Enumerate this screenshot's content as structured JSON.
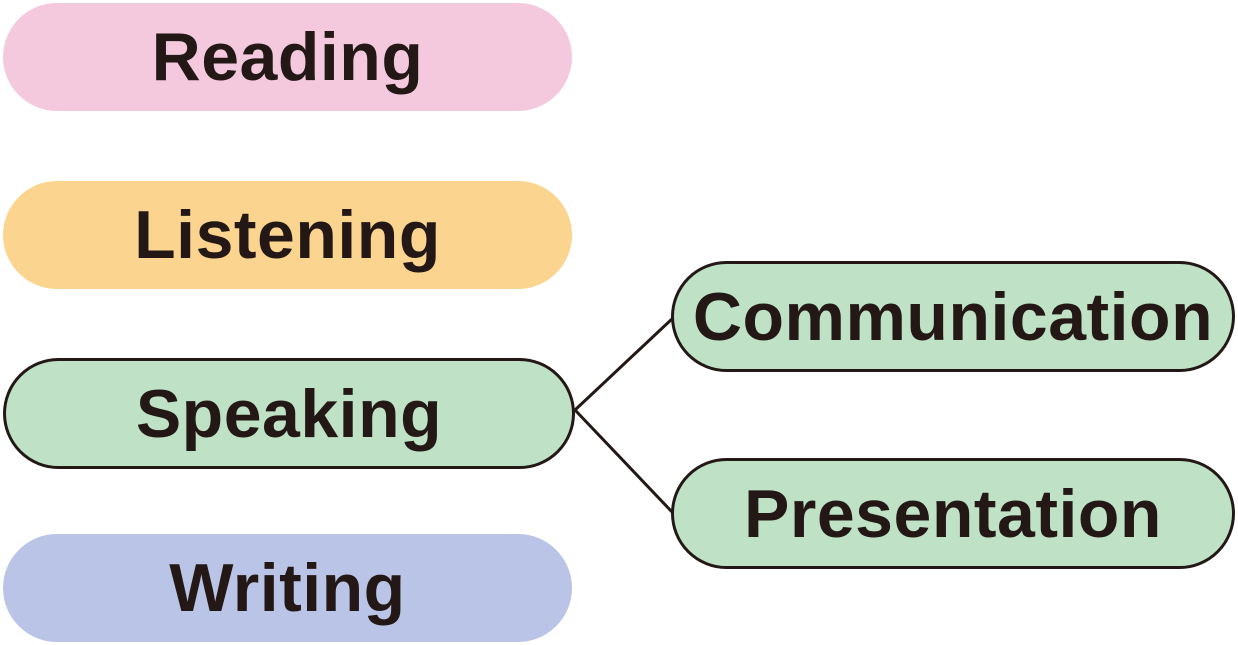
{
  "nodes": {
    "reading": {
      "label": "Reading"
    },
    "listening": {
      "label": "Listening"
    },
    "speaking": {
      "label": "Speaking"
    },
    "writing": {
      "label": "Writing"
    },
    "communication": {
      "label": "Communication"
    },
    "presentation": {
      "label": "Presentation"
    }
  },
  "colors": {
    "reading": "#f5c9dd",
    "listening": "#fbd58f",
    "speaking": "#bfe2c6",
    "writing": "#b9c4e6",
    "communication": "#bfe2c6",
    "presentation": "#bfe2c6",
    "text": "#231815",
    "line": "#231815"
  },
  "edges": [
    {
      "from": "Speaking",
      "to": "Communication"
    },
    {
      "from": "Speaking",
      "to": "Presentation"
    }
  ]
}
